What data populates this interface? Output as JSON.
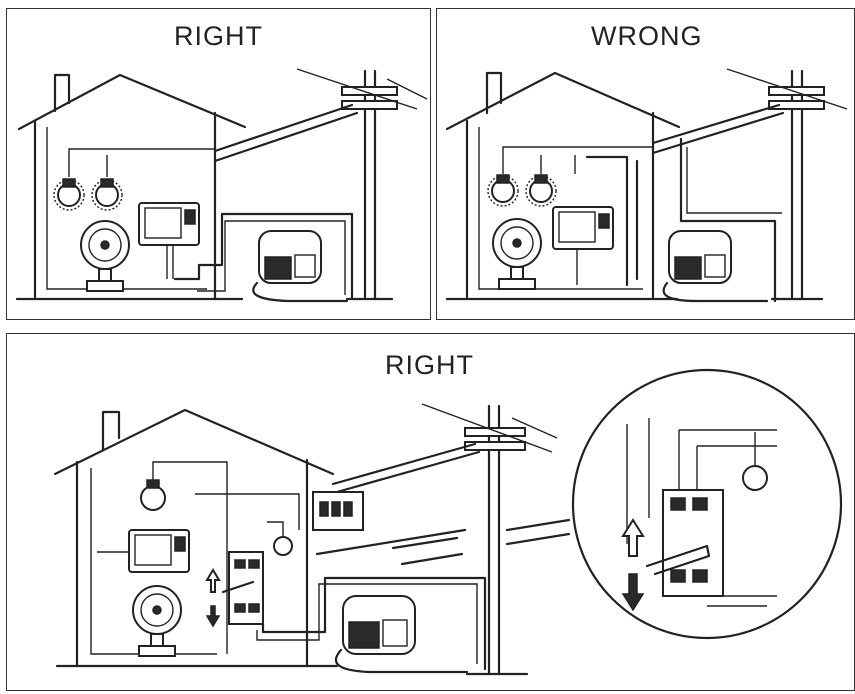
{
  "panels": {
    "top_left": {
      "title": "RIGHT"
    },
    "top_right": {
      "title": "WRONG"
    },
    "bottom": {
      "title": "RIGHT"
    }
  },
  "icons": [
    "house",
    "utility-pole",
    "light-bulb",
    "tv",
    "fan",
    "generator",
    "transfer-switch",
    "circuit-breaker",
    "up-arrow",
    "down-arrow",
    "magnifier-circle"
  ]
}
